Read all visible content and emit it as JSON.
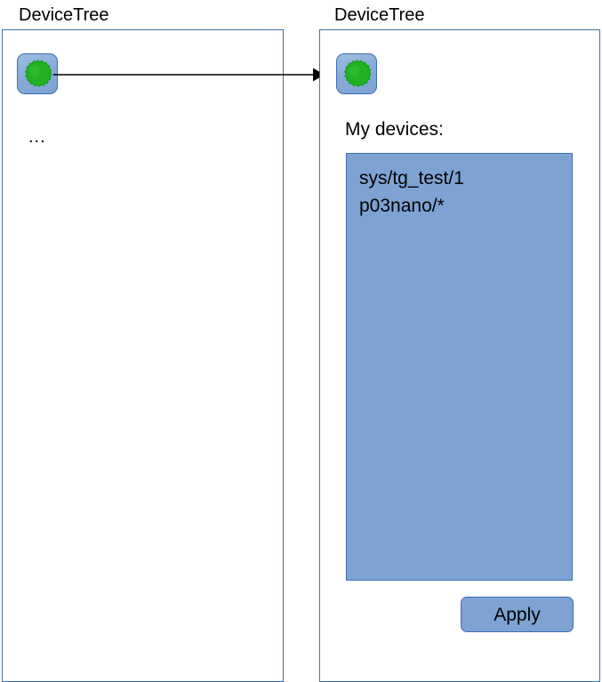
{
  "panels": {
    "left": {
      "title": "DeviceTree",
      "icon_name": "gear-icon",
      "ellipsis": "..."
    },
    "right": {
      "title": "DeviceTree",
      "icon_name": "gear-icon",
      "devices_label": "My devices:",
      "devices": [
        "sys/tg_test/1",
        "p03nano/*"
      ],
      "apply_label": "Apply"
    }
  },
  "connector": {
    "name": "arrow-connector"
  },
  "colors": {
    "panel_border": "#3d6eb0",
    "tile_fill": "#87aad8",
    "listbox_fill": "#7ea3d3",
    "button_fill": "#7ea3d3",
    "gear_green": "#22b123",
    "gear_green_dark": "#149b16",
    "page_background": "#ffffff",
    "text": "#000000"
  }
}
